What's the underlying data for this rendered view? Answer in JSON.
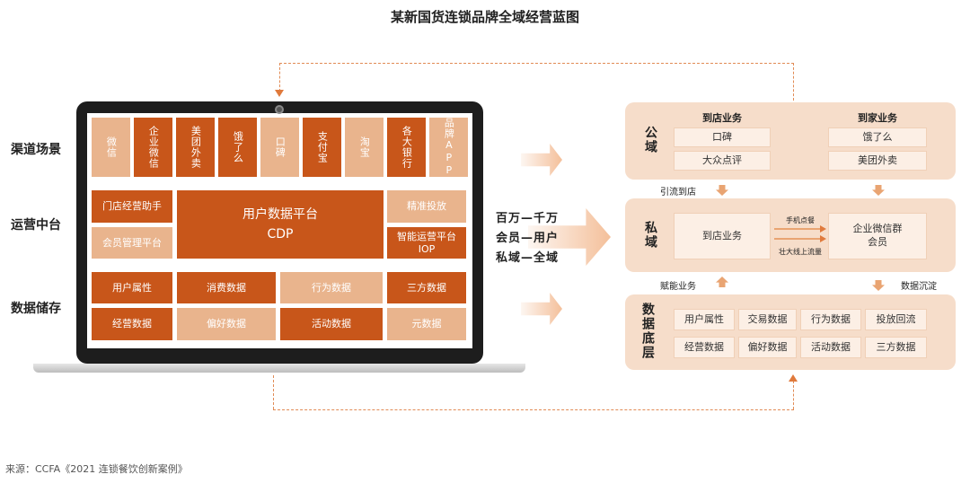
{
  "title": "某新国货连锁品牌全域经营蓝图",
  "rows": {
    "channel": "渠道场景",
    "ops": "运营中台",
    "data": "数据储存"
  },
  "channels": [
    "微信",
    "企业微信",
    "美团外卖",
    "饿了么",
    "口碑",
    "支付宝",
    "淘宝",
    "各大银行",
    "品牌APP"
  ],
  "ops": {
    "store_assistant": "门店经营助手",
    "member_platform": "会员管理平台",
    "cdp_line1": "用户数据平台",
    "cdp_line2": "CDP",
    "precise_ads": "精准投放",
    "smart_iop": "智能运营平台 IOP"
  },
  "data_store": [
    "用户属性",
    "消费数据",
    "行为数据",
    "三方数据",
    "经营数据",
    "偏好数据",
    "活动数据",
    "元数据"
  ],
  "middle": [
    "百万—千万",
    "会员—用户",
    "私域—全域"
  ],
  "public": {
    "label": "公域",
    "in_store_header": "到店业务",
    "home_header": "到家业务",
    "in_store_items": [
      "口碑",
      "大众点评"
    ],
    "home_items": [
      "饿了么",
      "美团外卖"
    ]
  },
  "between1": {
    "left": "引流到店"
  },
  "private": {
    "label": "私域",
    "in_store": "到店业务",
    "phone_order": "手机点餐",
    "growth": "壮大线上流量",
    "wecom_line1": "企业微信群",
    "wecom_line2": "会员"
  },
  "between2": {
    "left": "赋能业务",
    "right": "数据沉淀"
  },
  "base": {
    "label": "数据底层",
    "items": [
      "用户属性",
      "交易数据",
      "行为数据",
      "投放回流",
      "经营数据",
      "偏好数据",
      "活动数据",
      "三方数据"
    ]
  },
  "source": "来源：CCFA《2021 连锁餐饮创新案例》",
  "colors": {
    "dark": "#c8561a",
    "light": "#e9b48d",
    "panel": "#f6ddca",
    "accent": "#e07a3c"
  }
}
